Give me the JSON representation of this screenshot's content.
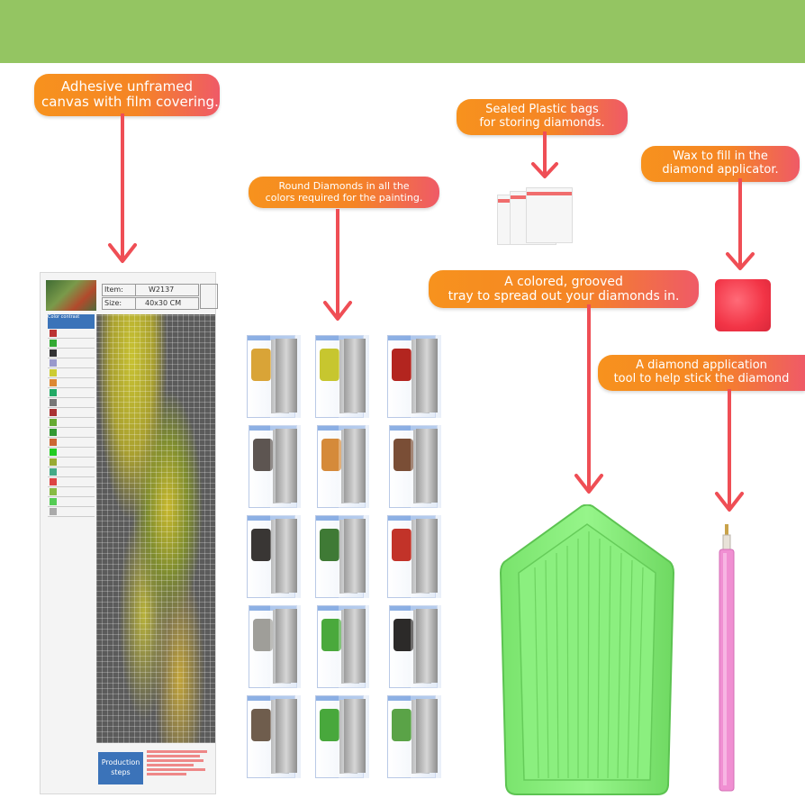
{
  "colors": {
    "banner": "#94c562",
    "callout_start": "#f7921e",
    "callout_end": "#ef5a67",
    "arrow": "#ef4e55",
    "tray": "#86ee78",
    "wax": "#f23446",
    "pen": "#f08fd2"
  },
  "callouts": {
    "canvas": {
      "line1": "Adhesive unframed",
      "line2": "canvas with film covering."
    },
    "diamonds": {
      "line1": "Round Diamonds in all the",
      "line2": "colors required for the painting."
    },
    "bags": {
      "line1": "Sealed Plastic bags",
      "line2": "for storing diamonds."
    },
    "wax": {
      "line1": "Wax to fill in the",
      "line2": "diamond applicator."
    },
    "tray": {
      "line1": "A colored, grooved",
      "line2": "tray to spread out your diamonds in."
    },
    "tool": {
      "line1": "A diamond application",
      "line2": "tool to help stick the diamond"
    }
  },
  "canvas_sheet": {
    "item_label": "Item:",
    "item_value": "W2137",
    "size_label": "Size:",
    "size_value": "40x30 CM",
    "legend_title": "Color contrast",
    "production_label": "Production steps"
  },
  "icons": [
    "arrow-down-icon"
  ]
}
